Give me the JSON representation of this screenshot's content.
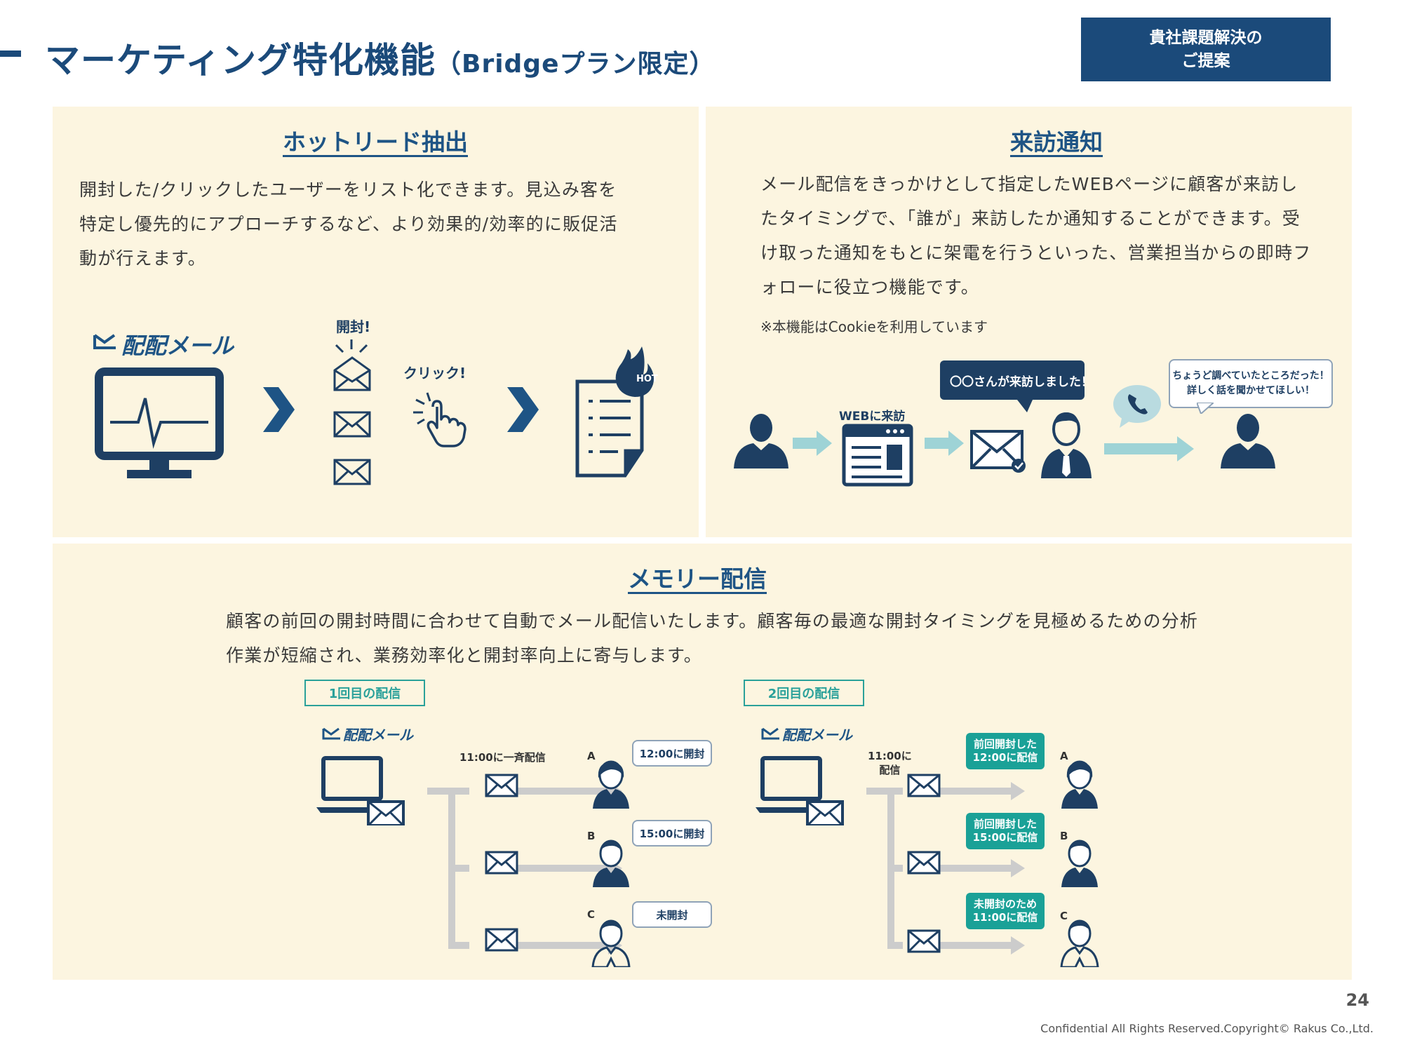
{
  "header": {
    "title": "マーケティング特化機能",
    "title_sub": "（Bridgeプラン限定）",
    "badge_line1": "貴社課題解決の",
    "badge_line2": "ご提案"
  },
  "hotlead": {
    "title": "ホットリード抽出",
    "body": "開封した/クリックしたユーザーをリスト化できます。見込み客を特定し優先的にアプローチするなど、より効果的/効率的に販促活動が行えます。",
    "brand": "配配メール",
    "open_label": "開封!",
    "click_label": "クリック!",
    "hot_label": "HOT"
  },
  "visit": {
    "title": "来訪通知",
    "body": "メール配信をきっかけとして指定したWEBページに顧客が来訪したタイミングで、「誰が」来訪したか通知することができます。受け取った通知をもとに架電を行うといった、営業担当からの即時フォローに役立つ機能です。",
    "note": "※本機能はCookieを利用しています",
    "web_label": "WEBに来訪",
    "visited_bubble": "〇〇さんが来訪しました！",
    "customer_bubble": "ちょうど調べていたところだった！\n詳しく話を聞かせてほしい！"
  },
  "memory": {
    "title": "メモリー配信",
    "body": "顧客の前回の開封時間に合わせて自動でメール配信いたします。顧客毎の最適な開封タイミングを見極めるための分析作業が短縮され、業務効率化と開封率向上に寄与します。",
    "first": {
      "tab": "1回目の配信",
      "brand": "配配メール",
      "send_label": "11:00に一斉配信",
      "recipients": [
        {
          "letter": "A",
          "bubble": "12:00に開封"
        },
        {
          "letter": "B",
          "bubble": "15:00に開封"
        },
        {
          "letter": "C",
          "bubble": "未開封"
        }
      ]
    },
    "second": {
      "tab": "2回目の配信",
      "brand": "配配メール",
      "send_label": "11:00に\n配信",
      "recipients": [
        {
          "letter": "A",
          "bubble": "前回開封した\n12:00に配信"
        },
        {
          "letter": "B",
          "bubble": "前回開封した\n15:00に配信"
        },
        {
          "letter": "C",
          "bubble": "未開封のため\n11:00に配信"
        }
      ]
    }
  },
  "footer": {
    "page": "24",
    "copyright": "Confidential All Rights Reserved.Copyright© Rakus Co.,Ltd."
  },
  "colors": {
    "navy": "#1b4a7a",
    "panel": "#fcf5e0",
    "teal": "#1aa197"
  }
}
